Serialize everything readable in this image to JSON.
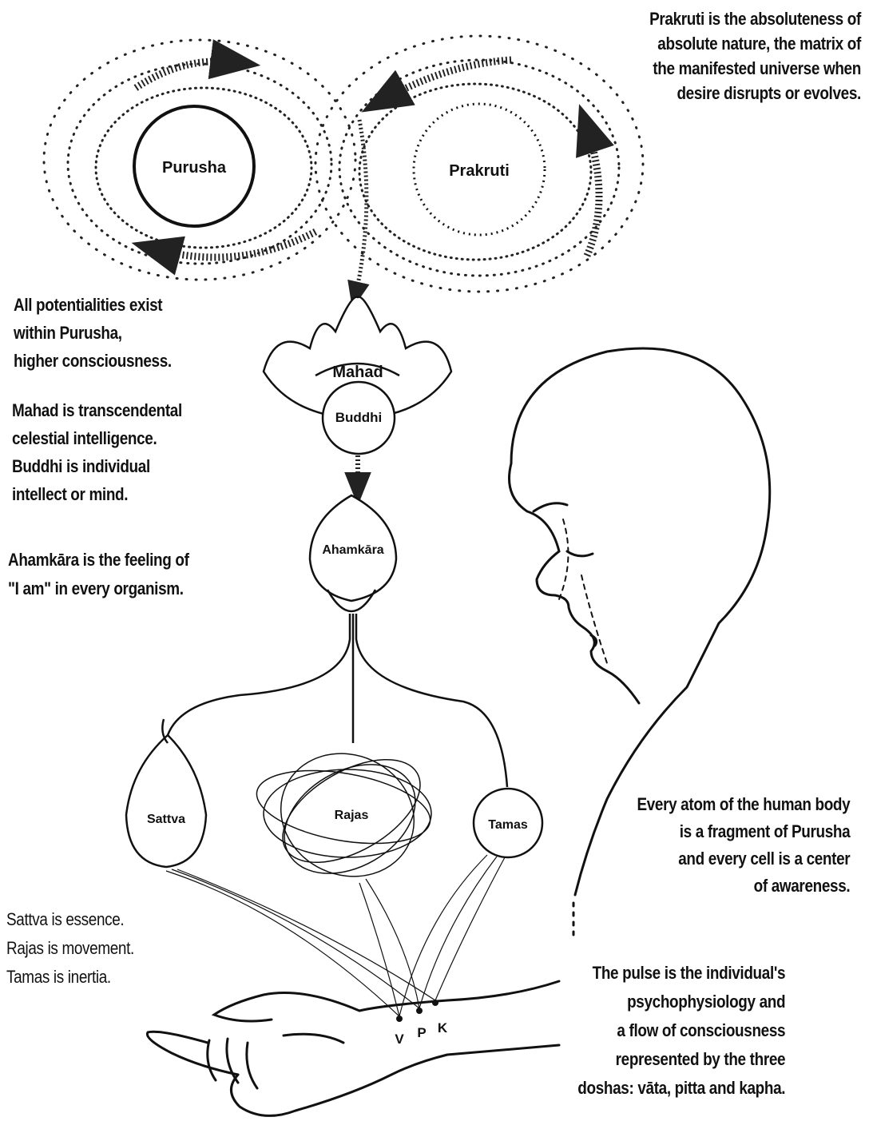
{
  "nodes": {
    "purusha": "Purusha",
    "prakruti": "Prakruti",
    "mahad": "Mahad",
    "buddhi": "Buddhi",
    "ahamkara": "Ahamkāra",
    "sattva": "Sattva",
    "rajas": "Rajas",
    "tamas": "Tamas"
  },
  "pulse_points": [
    "V",
    "P",
    "K"
  ],
  "captions": {
    "prakruti_note": [
      "Prakruti is the absoluteness of",
      "absolute nature, the matrix of",
      "the manifested universe when",
      "desire disrupts or evolves."
    ],
    "purusha_note": [
      "All potentialities exist",
      "within Purusha,",
      "higher consciousness."
    ],
    "mahad_note": [
      "Mahad is transcendental",
      "celestial intelligence.",
      "Buddhi is individual",
      "intellect or mind."
    ],
    "ahamkara_note": [
      "Ahamkāra is the feeling of",
      "\"I am\" in every organism."
    ],
    "atom_note": [
      "Every atom of the human body",
      "is a fragment of Purusha",
      "and every cell is a center",
      "of awareness."
    ],
    "gunas_note": [
      "Sattva is essence.",
      "Rajas is movement.",
      "Tamas is inertia."
    ],
    "pulse_note": [
      "The pulse is the individual's",
      "psychophysiology and",
      "a flow of consciousness",
      "represented by the three",
      "doshas: vāta, pitta and kapha."
    ]
  }
}
